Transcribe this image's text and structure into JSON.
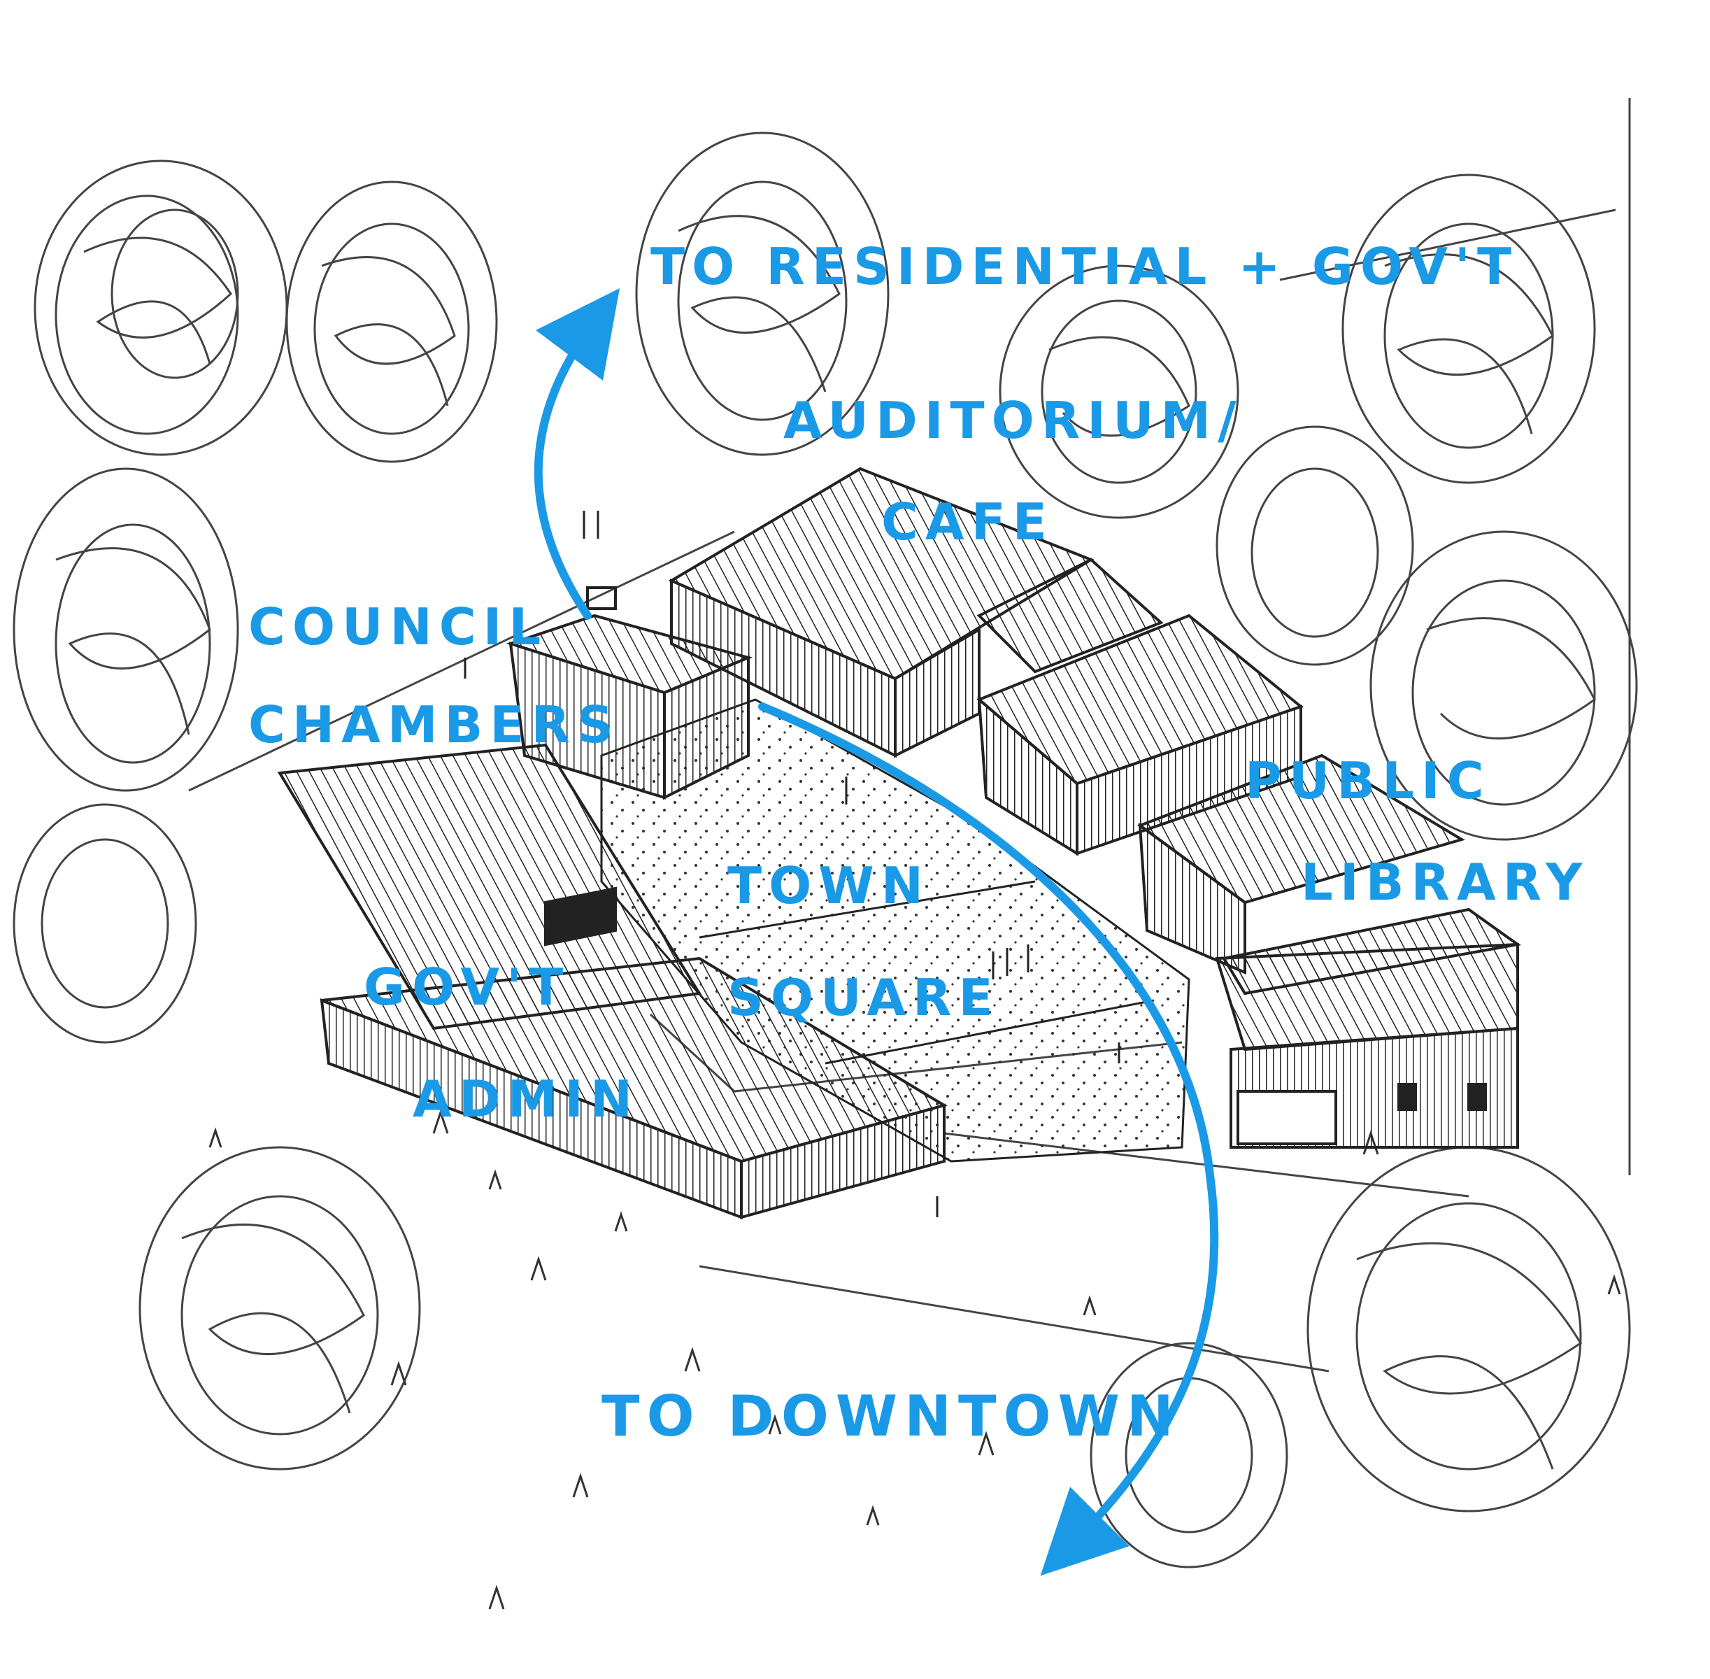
{
  "colors": {
    "annotation": "#1a9ae6",
    "pencil": "#222222",
    "paper": "#ffffff"
  },
  "labels": {
    "to_residential": "To Residential + Gov't",
    "auditorium_line1": "Auditorium/",
    "auditorium_line2": "Cafe",
    "council_line1": "Council",
    "council_line2": "Chambers",
    "town_line1": "Town",
    "town_line2": "Square",
    "public_line1": "Public",
    "public_line2": "Library",
    "govt_line1": "Gov't",
    "govt_line2": "Admin",
    "to_downtown": "To Downtown"
  }
}
